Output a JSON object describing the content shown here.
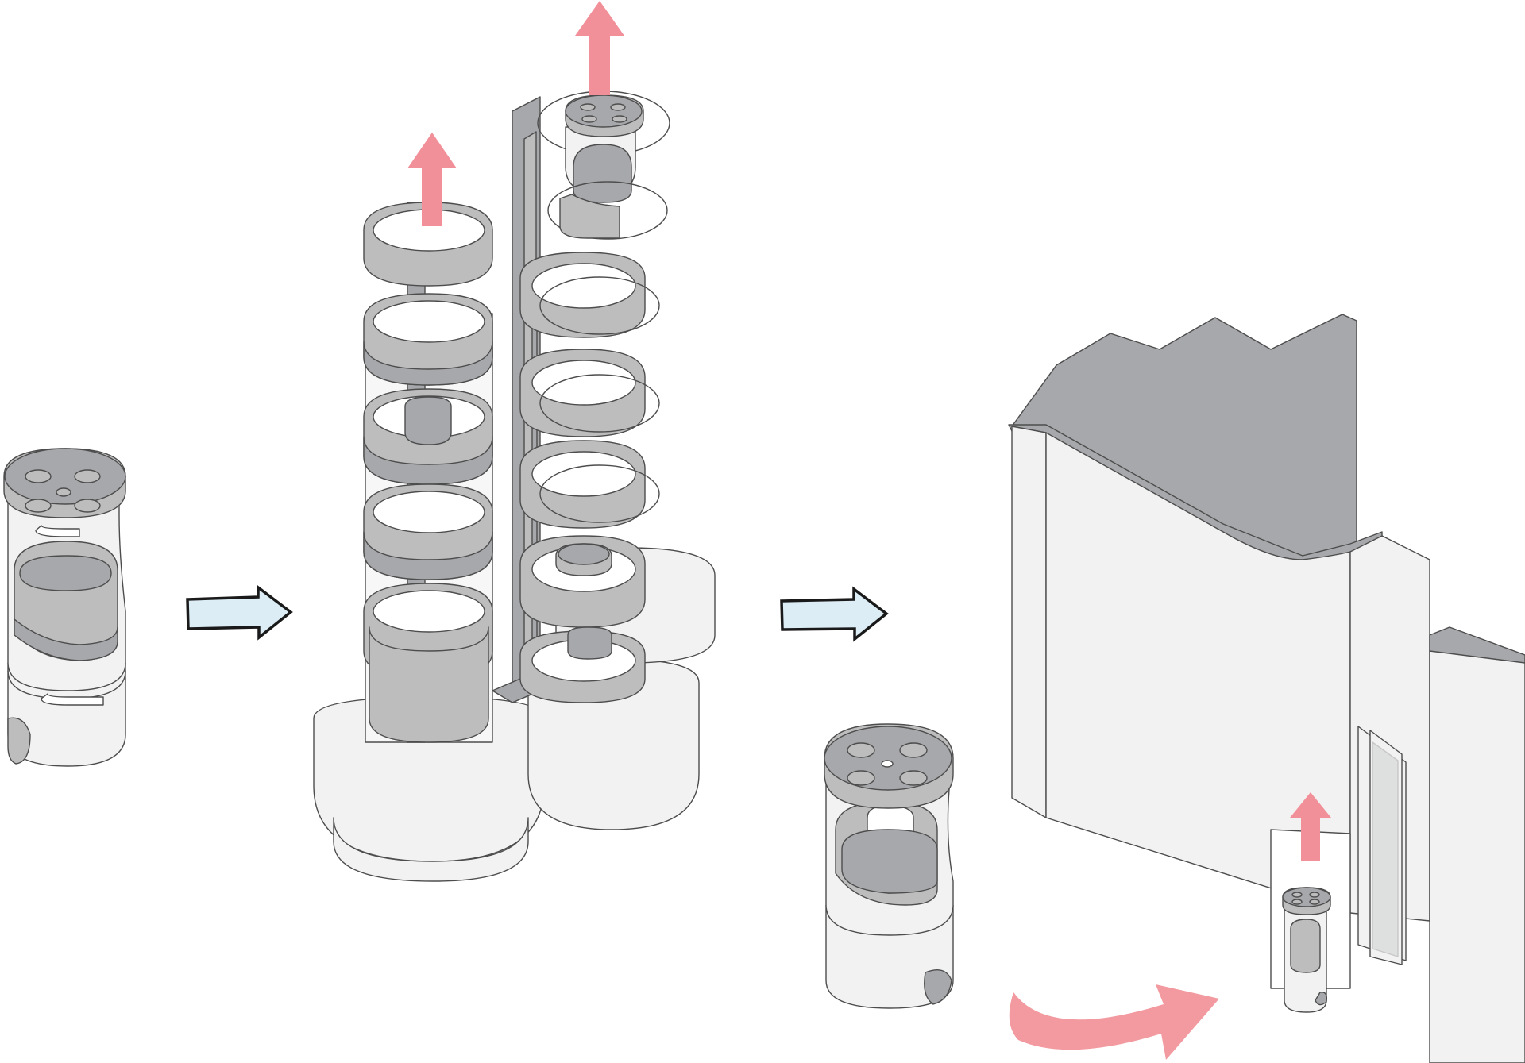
{
  "diagram": {
    "description_visible_text": "",
    "palette": {
      "outline": "#4d4d4d",
      "light_fill": "#f2f2f2",
      "mid_gray": "#bdbdbe",
      "dark_gray": "#a7a8ab",
      "lift_arrow": "#f2909a",
      "curved_arrow": "#f29aa0",
      "flow_arrow_fill": "#dcedf6",
      "flow_arrow_stroke": "#1a1a1a"
    },
    "stages": [
      {
        "id": "single-capsule",
        "icon": "capsule-module-icon"
      },
      {
        "id": "tower-assembly",
        "icon": "stacked-tower-icon"
      },
      {
        "id": "building-installation",
        "icon": "building-facade-icon"
      }
    ],
    "arrows": {
      "flow": [
        "flow-arrow-1",
        "flow-arrow-2"
      ],
      "lift": [
        "lift-arrow-tower-left",
        "lift-arrow-tower-right",
        "lift-arrow-building"
      ],
      "curved": [
        "curved-transfer-arrow"
      ]
    }
  }
}
